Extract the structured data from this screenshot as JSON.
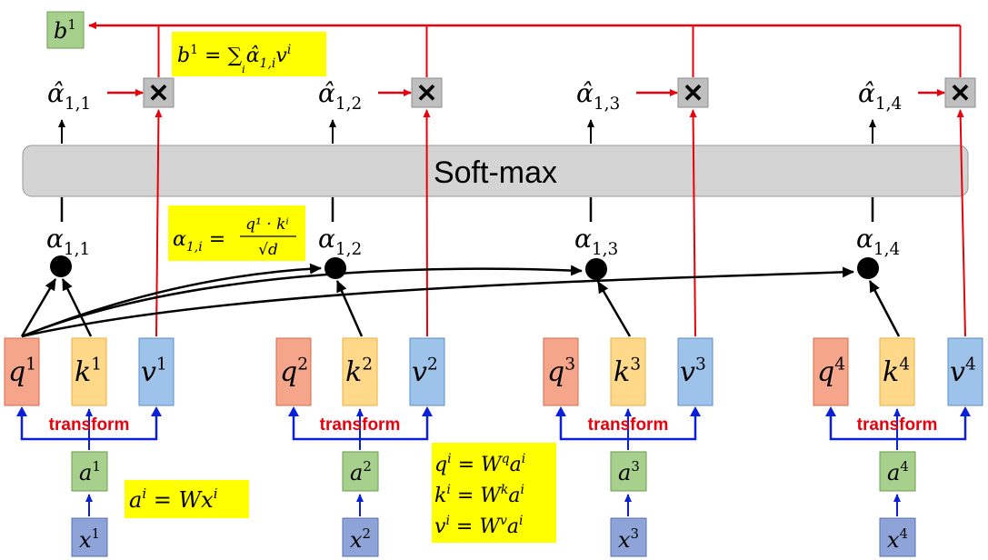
{
  "softmax_label": "Soft-max",
  "transform_label": "transform",
  "multiply_symbol": "✕",
  "output": {
    "base": "b",
    "sup": "1"
  },
  "alpha_base": "α",
  "alpha_hat_base": "α̂",
  "groups": [
    {
      "idx": "1",
      "q": "q",
      "k": "k",
      "v": "v",
      "a": "a",
      "x": "x",
      "alpha_sub": "1,1",
      "alpha_hat_sub": "1,1"
    },
    {
      "idx": "2",
      "q": "q",
      "k": "k",
      "v": "v",
      "a": "a",
      "x": "x",
      "alpha_sub": "1,2",
      "alpha_hat_sub": "1,2"
    },
    {
      "idx": "3",
      "q": "q",
      "k": "k",
      "v": "v",
      "a": "a",
      "x": "x",
      "alpha_sub": "1,3",
      "alpha_hat_sub": "1,3"
    },
    {
      "idx": "4",
      "q": "q",
      "k": "k",
      "v": "v",
      "a": "a",
      "x": "x",
      "alpha_sub": "1,4",
      "alpha_hat_sub": "1,4"
    }
  ],
  "formulas": {
    "b_sum": {
      "lhs": "b",
      "lhs_sup": "1",
      "eq": " = ",
      "sum": "∑",
      "sum_sub": "i",
      "term": "α̂",
      "term_sub": "1,i",
      "term2": "v",
      "term2_sup": "i"
    },
    "alpha_def": {
      "lhs": "α",
      "lhs_sub": "1,i",
      "eq": " = ",
      "num": "q¹ · kⁱ",
      "den": "√d"
    },
    "a_def": {
      "lhs": "a",
      "lhs_sup": "i",
      "eq": " = ",
      "rhs": "Wx",
      "rhs_sup": "i"
    },
    "q_def": {
      "lhs": "q",
      "lhs_sup": "i",
      "eq": " = ",
      "w": "W",
      "w_sup": "q",
      "rhs": "a",
      "rhs_sup": "i"
    },
    "k_def": {
      "lhs": "k",
      "lhs_sup": "i",
      "eq": " = ",
      "w": "W",
      "w_sup": "k",
      "rhs": "a",
      "rhs_sup": "i"
    },
    "v_def": {
      "lhs": "v",
      "lhs_sup": "i",
      "eq": " = ",
      "w": "W",
      "w_sup": "v",
      "rhs": "a",
      "rhs_sup": "i"
    }
  },
  "colors": {
    "q_fill": "#f4a58a",
    "q_stroke": "#d9694a",
    "k_fill": "#ffd88a",
    "k_stroke": "#e8b040",
    "v_fill": "#9ec3ea",
    "v_stroke": "#5a8fc8",
    "a_fill": "#a8d08d",
    "a_stroke": "#6e9e50",
    "x_fill": "#8ea4d8",
    "x_stroke": "#5870b0",
    "softmax_fill": "#d4d4d4",
    "softmax_stroke": "#999999",
    "mult_fill": "#bfbfbf",
    "mult_stroke": "#8c8c8c",
    "red": "#e8000b",
    "blue": "#0b1fd6",
    "black": "#000000",
    "highlight": "#ffff00",
    "transform_text": "#e8000b"
  }
}
